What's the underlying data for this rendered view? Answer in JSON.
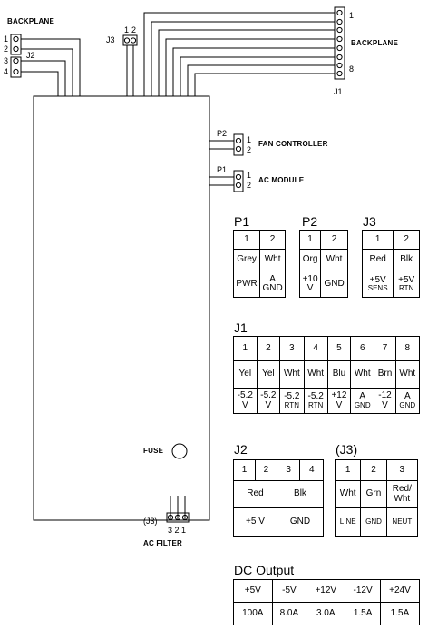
{
  "labels": {
    "backplane_left": "BACKPLANE",
    "backplane_right": "BACKPLANE",
    "j1": "J1",
    "j1_pin_first": "1",
    "j1_pin_last": "8",
    "j2": "J2",
    "j3": "J3",
    "j3_pins": [
      "1",
      "2"
    ],
    "bp_left_pins": [
      "1",
      "2",
      "3",
      "4"
    ],
    "p2": "P2",
    "p1": "P1",
    "fan_controller": "FAN CONTROLLER",
    "ac_module": "AC MODULE",
    "fan_pins": [
      "1",
      "2"
    ],
    "ac_pins": [
      "1",
      "2"
    ],
    "fuse": "FUSE",
    "ac_j3": "(J3)",
    "ac_j3_pins": "3 2 1",
    "ac_filter": "AC FILTER"
  },
  "tables": {
    "p1": {
      "title": "P1",
      "pins": [
        "1",
        "2"
      ],
      "colors": [
        "Grey",
        "Wht"
      ],
      "functions": [
        [
          "PWR"
        ],
        [
          "A",
          "GND"
        ]
      ]
    },
    "p2": {
      "title": "P2",
      "pins": [
        "1",
        "2"
      ],
      "colors": [
        "Org",
        "Wht"
      ],
      "functions": [
        [
          "+10",
          "V"
        ],
        [
          "GND"
        ]
      ]
    },
    "j3": {
      "title": "J3",
      "pins": [
        "1",
        "2"
      ],
      "colors": [
        "Red",
        "Blk"
      ],
      "functions": [
        [
          "+5V",
          "SENS"
        ],
        [
          "+5V",
          "RTN"
        ]
      ]
    },
    "j1": {
      "title": "J1",
      "pins": [
        "1",
        "2",
        "3",
        "4",
        "5",
        "6",
        "7",
        "8"
      ],
      "colors": [
        "Yel",
        "Yel",
        "Wht",
        "Wht",
        "Blu",
        "Wht",
        "Brn",
        "Wht"
      ],
      "functions": [
        [
          "-5.2",
          "V"
        ],
        [
          "-5.2",
          "V"
        ],
        [
          "-5.2",
          "RTN"
        ],
        [
          "-5.2",
          "RTN"
        ],
        [
          "+12",
          "V"
        ],
        [
          "A",
          "GND"
        ],
        [
          "-12",
          "V"
        ],
        [
          "A",
          "GND"
        ]
      ]
    },
    "j2": {
      "title": "J2",
      "pins": [
        "1",
        "2",
        "3",
        "4"
      ],
      "colors": [
        "Red",
        "Blk"
      ],
      "functions": [
        "+5 V",
        "GND"
      ]
    },
    "j3ac": {
      "title": "(J3)",
      "pins": [
        "1",
        "2",
        "3"
      ],
      "colors": [
        [
          "Wht"
        ],
        [
          "Grn"
        ],
        [
          "Red/",
          "Wht"
        ]
      ],
      "functions": [
        "LINE",
        "GND",
        "NEUT"
      ]
    },
    "dc": {
      "title": "DC Output",
      "voltages": [
        "+5V",
        "-5V",
        "+12V",
        "-12V",
        "+24V"
      ],
      "currents": [
        "100A",
        "8.0A",
        "3.0A",
        "1.5A",
        "1.5A"
      ]
    }
  }
}
